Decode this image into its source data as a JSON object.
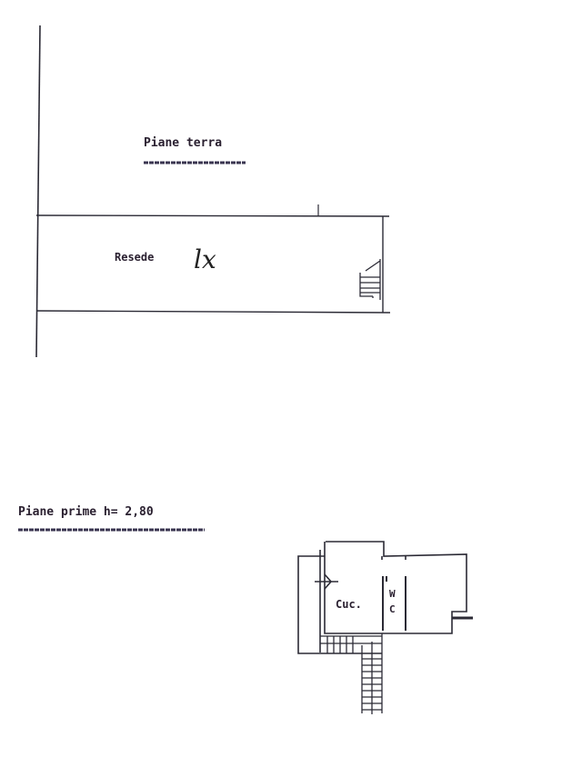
{
  "ground_floor": {
    "title": "Piane terra",
    "area_label": "Resede",
    "handwritten_mark": "lx"
  },
  "first_floor": {
    "title": "Piane prime h= 2,80",
    "kitchen_label": "Cuc.",
    "wc_label_top": "W",
    "wc_label_bottom": "C"
  },
  "colors": {
    "ink": "#2b2a35",
    "paper": "#ffffff"
  }
}
